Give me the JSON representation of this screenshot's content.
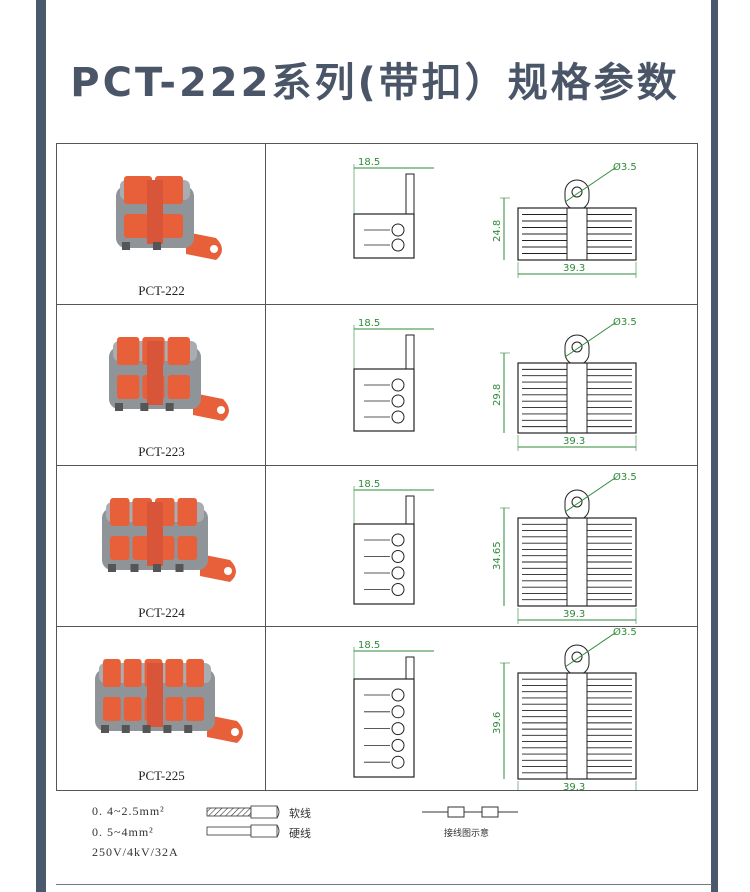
{
  "title": "PCT-222系列(带扣）规格参数",
  "colors": {
    "rail": "#4a5a6e",
    "title": "#4a5668",
    "connector_orange": "#e8603a",
    "connector_gray": "#8f9499",
    "dim_green": "#2e8b3a"
  },
  "rows": [
    {
      "model": "PCT-222",
      "side_width": "18.5",
      "hole": "Ø3.5",
      "height": "24.8",
      "width": "39.3",
      "poles": 2
    },
    {
      "model": "PCT-223",
      "side_width": "18.5",
      "hole": "Ø3.5",
      "height": "29.8",
      "width": "39.3",
      "poles": 3
    },
    {
      "model": "PCT-224",
      "side_width": "18.5",
      "hole": "Ø3.5",
      "height": "34.65",
      "width": "39.3",
      "poles": 4
    },
    {
      "model": "PCT-225",
      "side_width": "18.5",
      "hole": "Ø3.5",
      "height": "39.6",
      "width": "39.3",
      "poles": 5
    }
  ],
  "legend": {
    "soft_range": "0. 4~2.5mm²",
    "hard_range": "0. 5~4mm²",
    "rating": "250V/4kV/32A",
    "soft_label": "软线",
    "hard_label": "硬线",
    "wiring_label": "接线图示意"
  }
}
